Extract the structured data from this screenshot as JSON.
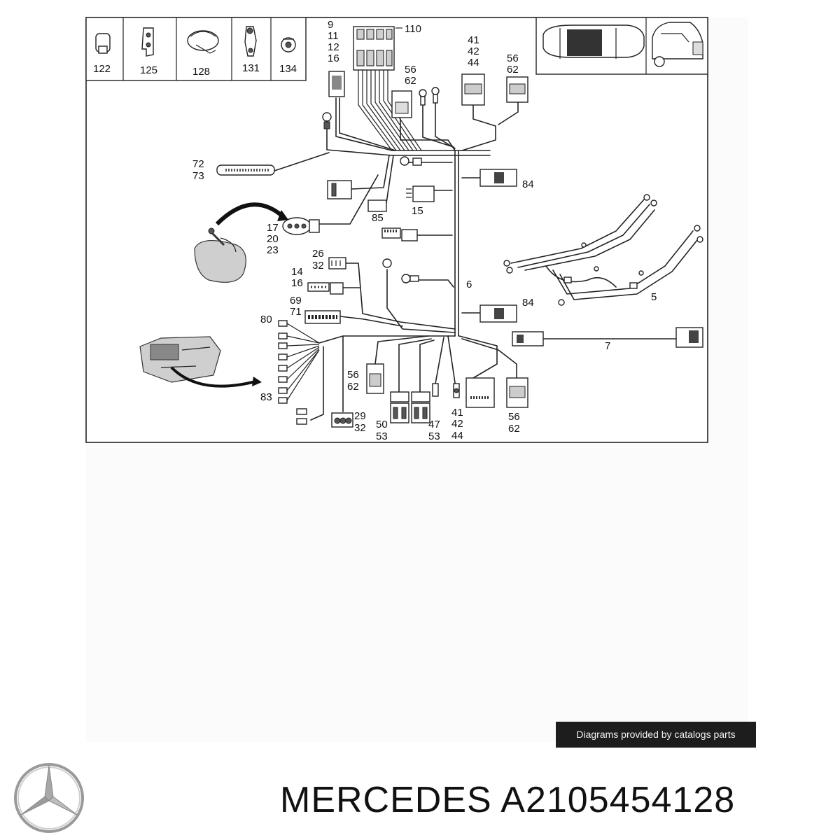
{
  "diagram": {
    "thumbnail_labels": [
      "122",
      "125",
      "128",
      "131",
      "134"
    ],
    "callouts": {
      "c9_16": [
        "9",
        "11",
        "12",
        "16"
      ],
      "c110": "110",
      "c41_top": [
        "41",
        "42",
        "44"
      ],
      "c56_top_right": [
        "56",
        "62"
      ],
      "c56_top_mid": [
        "56",
        "62"
      ],
      "c72": [
        "72",
        "73"
      ],
      "c84_top": "84",
      "c15": "15",
      "c85": "85",
      "c17": [
        "17",
        "20",
        "23"
      ],
      "c26": [
        "26",
        "32"
      ],
      "c14": [
        "14",
        "16"
      ],
      "c6": "6",
      "c5": "5",
      "c69": [
        "69",
        "71"
      ],
      "c84_bottom": "84",
      "c80": "80",
      "c7": "7",
      "c83": "83",
      "c56_bottom_left": [
        "56",
        "62"
      ],
      "c29": [
        "29",
        "32"
      ],
      "c50": [
        "50",
        "53"
      ],
      "c47": [
        "47",
        "53"
      ],
      "c41_bottom": [
        "41",
        "42",
        "44"
      ],
      "c56_bottom_right": [
        "56",
        "62"
      ]
    }
  },
  "credit": {
    "text": "Diagrams provided by catalogs parts"
  },
  "part": {
    "title": "MERCEDES A2105454128"
  },
  "brand": {
    "logo_icon": "three-pointed-star-icon"
  }
}
